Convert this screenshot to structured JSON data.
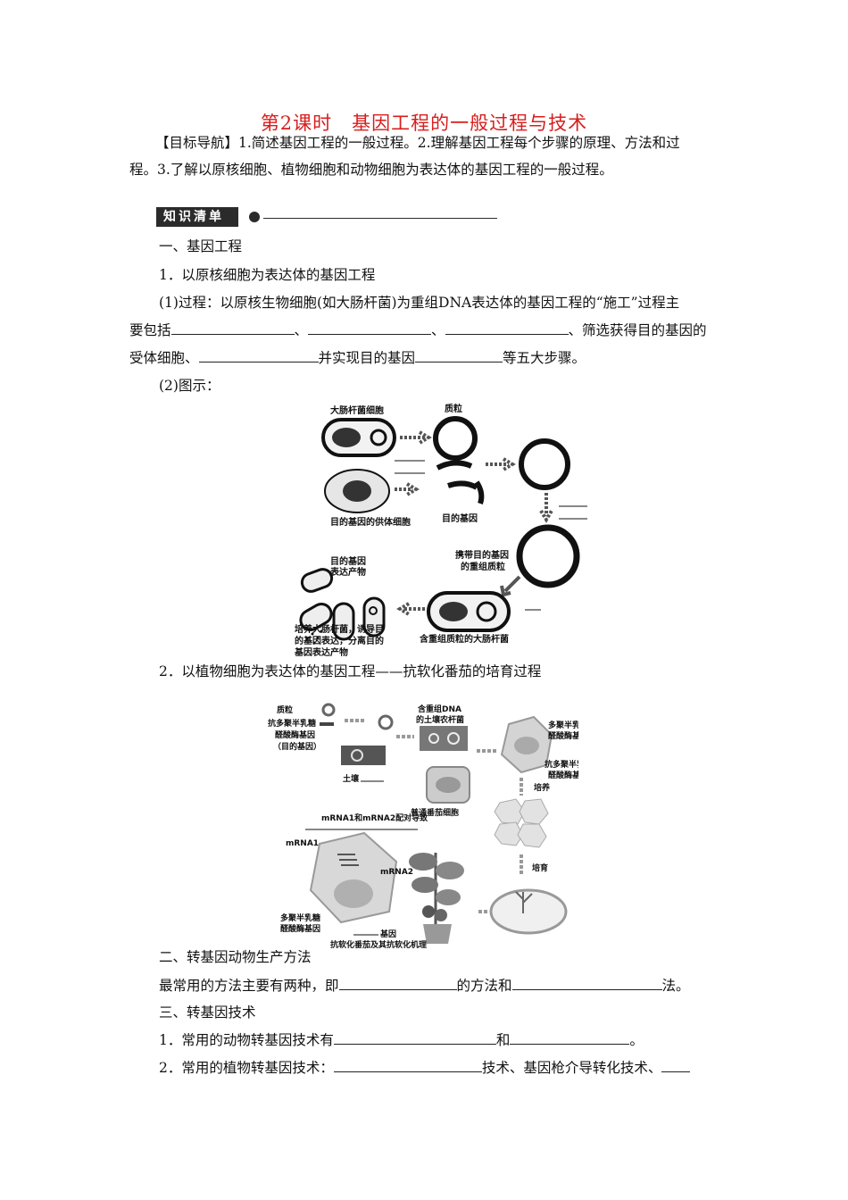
{
  "title": "第2课时　基因工程的一般过程与技术",
  "goal": {
    "label": "【目标导航】",
    "line1": "1.简述基因工程的一般过程。2.理解基因工程每个步骤的原理、方法和过",
    "line2": "程。3.了解以原核细胞、植物细胞和动物细胞为表达体的基因工程的一般过程。"
  },
  "banner": "知识清单",
  "sec1": {
    "heading": "一、基因工程",
    "sub1": "1．以原核细胞为表达体的基因工程",
    "p1_line1": "(1)过程：以原核生物细胞(如大肠杆菌)为重组DNA表达体的基因工程的“施工”过程主",
    "p1_line2_a": "要包括",
    "p1_line2_b": "、",
    "p1_line2_c": "、",
    "p1_line2_d": "、筛选获得目的基因的",
    "p1_line3_a": "受体细胞、",
    "p1_line3_b": "并实现目的基因",
    "p1_line3_c": "等五大步骤。",
    "p2": "(2)图示：",
    "sub2": "2．以植物细胞为表达体的基因工程——抗软化番茄的培育过程"
  },
  "fig1": {
    "ecoli_cell": "大肠杆菌细胞",
    "plasmid": "质粒",
    "donor_cell": "目的基因的供体细胞",
    "target_gene": "目的基因",
    "recombinant_plasmid_1": "携带目的基因",
    "recombinant_plasmid_2": "的重组质粒",
    "product_1": "目的基因",
    "product_2": "表达产物",
    "culture_1": "培养大肠杆菌，诱导目",
    "culture_2": "的基因表达，分离目的",
    "culture_3": "基因表达产物",
    "ecoli_recombinant": "含重组质粒的大肠杆菌"
  },
  "fig2": {
    "plasmid": "质粒",
    "gene_1": "抗多聚半乳糖",
    "gene_2": "醛酸酶基因",
    "gene_3": "（目的基因）",
    "agro_1": "含重组DNA",
    "agro_2": "的土壤农杆菌",
    "soil": "土壤",
    "normal_cell": "普通番茄细胞",
    "pg_1": "多聚半乳糖",
    "pg_2": "醛酸酶基因",
    "anti_1": "抗多聚半乳糖",
    "anti_2": "醛酸酶基因",
    "culture": "培养",
    "grow": "培育",
    "mrna_pair": "mRNA1和mRNA2配对导致",
    "mrna1": "mRNA1",
    "mrna2": "mRNA2",
    "pg_gene_1": "多聚半乳糖",
    "pg_gene_2": "醛酸酶基因",
    "gene_blank": "基因",
    "caption": "抗软化番茄及其抗软化机理"
  },
  "sec2": {
    "heading": "二、转基因动物生产方法",
    "line_a": "最常用的方法主要有两种，即",
    "line_b": "的方法和",
    "line_c": "法。"
  },
  "sec3": {
    "heading": "三、转基因技术",
    "l1_a": "1．常用的动物转基因技术有",
    "l1_b": "和",
    "l1_c": "。",
    "l2_a": "2．常用的植物转基因技术：",
    "l2_b": "技术、基因枪介导转化技术、"
  }
}
